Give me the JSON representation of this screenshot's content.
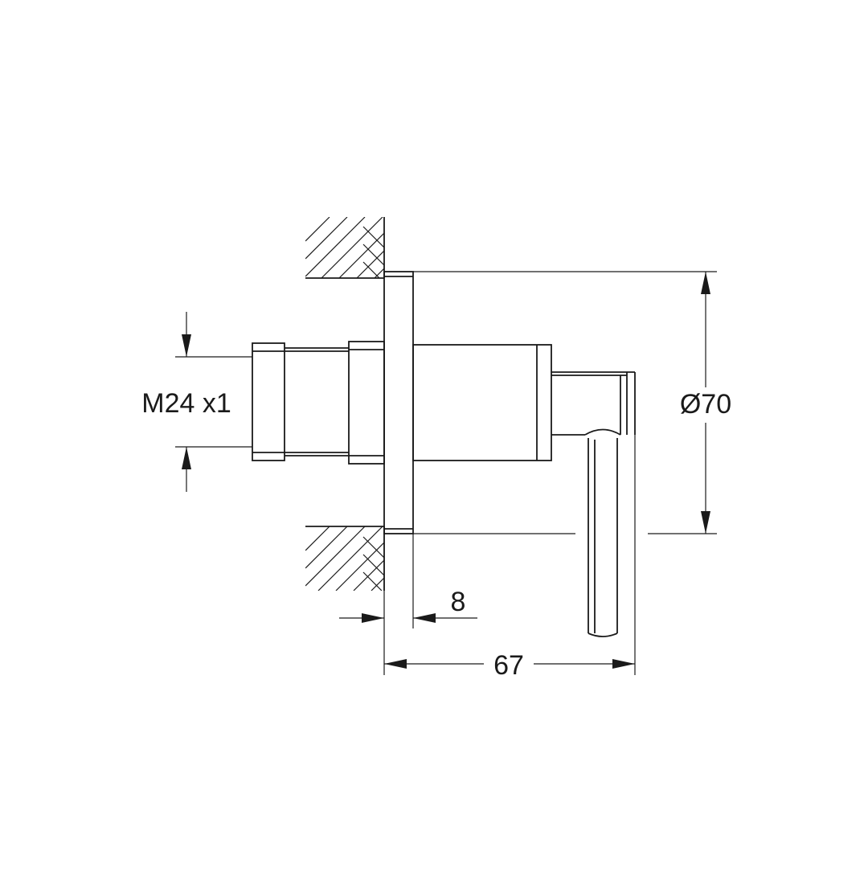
{
  "dimensions": {
    "thread": "M24 x1",
    "diameter": "Ø70",
    "flange_thickness": "8",
    "total_depth": "67"
  }
}
